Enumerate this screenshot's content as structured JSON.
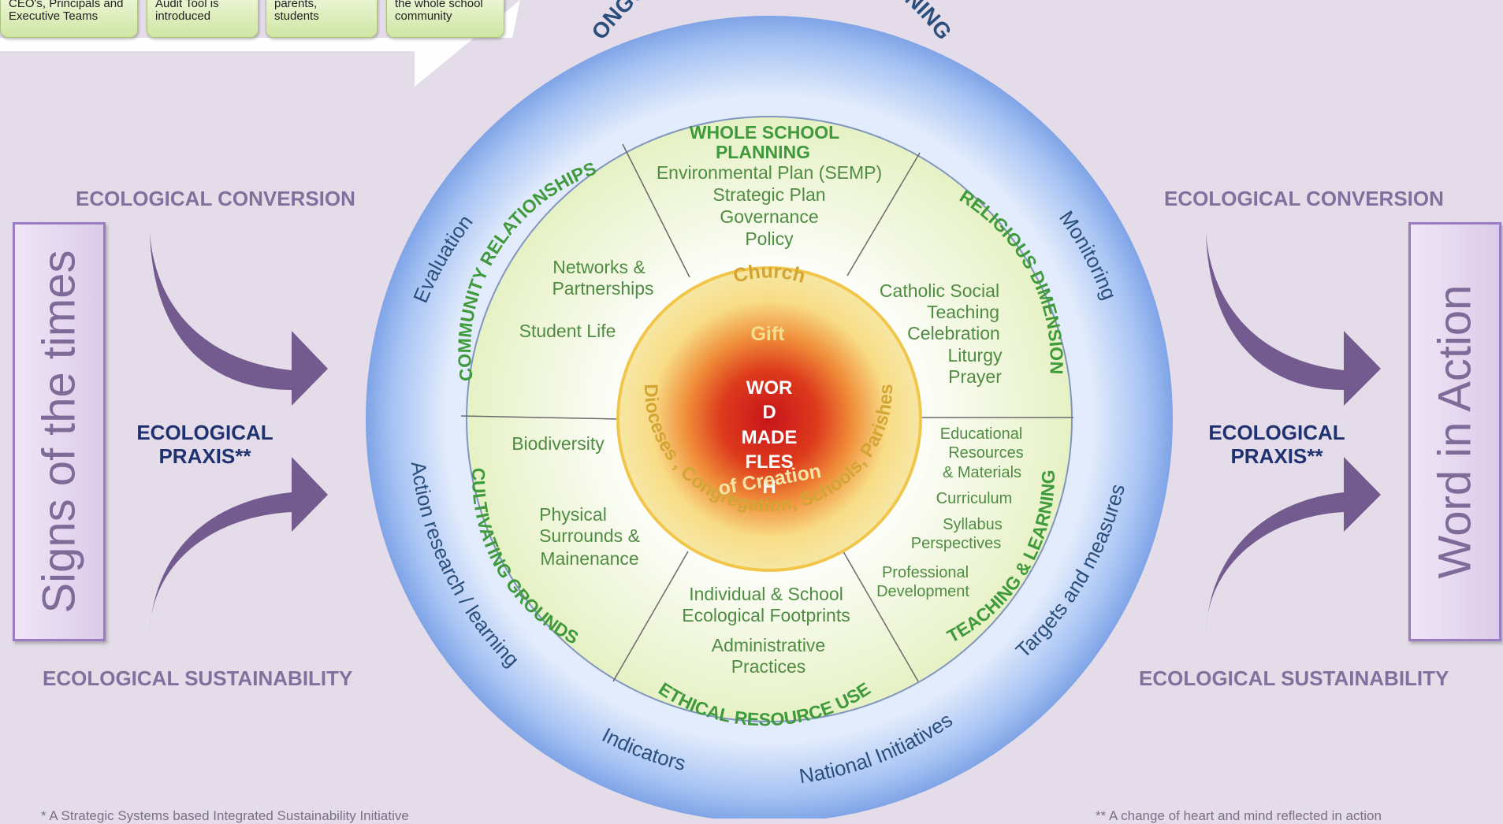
{
  "callouts": [
    {
      "line1": "CEO's, Principals and",
      "line2": "Executive Teams"
    },
    {
      "line1": "Audit Tool is",
      "line2": "introduced"
    },
    {
      "line1": "parents,",
      "line2": "students"
    },
    {
      "line1": "the whole school",
      "line2": "community"
    }
  ],
  "left": {
    "conversion": "ECOLOGICAL CONVERSION",
    "praxis_line1": "ECOLOGICAL",
    "praxis_line2": "PRAXIS**",
    "sustainability": "ECOLOGICAL SUSTAINABILITY",
    "box_title": "Signs of the times"
  },
  "right": {
    "conversion": "ECOLOGICAL CONVERSION",
    "praxis_line1": "ECOLOGICAL",
    "praxis_line2": "PRAXIS**",
    "sustainability": "ECOLOGICAL SUSTAINABILITY",
    "box_title": "Word in Action"
  },
  "outer_ring": {
    "top": "ONGOING REFLECTION & LEARNING",
    "evaluation": "Evaluation",
    "monitoring": "Monitoring",
    "action_research": "Action research / learning",
    "targets": "Targets and measures",
    "indicators": "Indicators",
    "national": "National Initiatives"
  },
  "segments": {
    "planning": {
      "title1": "WHOLE SCHOOL",
      "title2": "PLANNING",
      "items": [
        "Environmental Plan (SEMP)",
        "Strategic Plan",
        "Governance",
        "Policy"
      ]
    },
    "religious": {
      "title": "RELIGIOUS DIMENSION",
      "items": [
        "Catholic Social",
        "Teaching",
        "Celebration",
        "Liturgy",
        "Prayer"
      ]
    },
    "teaching": {
      "title": "TEACHING & LEARNING",
      "items": [
        "Educational",
        "Resources",
        "&  Materials",
        "Curriculum",
        "Syllabus",
        "Perspectives",
        "Professional",
        "Development"
      ]
    },
    "ethical": {
      "title": "ETHICAL RESOURCE USE",
      "items": [
        "Individual & School",
        "Ecological Footprints",
        "Administrative",
        "Practices"
      ]
    },
    "cultivating": {
      "title": "CULTIVATING GROUNDS",
      "items": [
        "Biodiversity",
        "Physical",
        "Surrounds &",
        "Mainenance"
      ]
    },
    "community": {
      "title": "COMMUNITY RELATIONSHIPS",
      "items": [
        "Networks &",
        "Partnerships",
        "Student Life"
      ]
    }
  },
  "core": {
    "church": "Church",
    "gift": "Gift",
    "word_lines": [
      "WOR",
      "D",
      "MADE",
      "FLES",
      "H"
    ],
    "of_creation": "of Creation",
    "dioceses": "Dioceses , Congregation, Schools, Parishes"
  },
  "footnotes": {
    "left": "* A Strategic Systems based Integrated Sustainability Initiative",
    "right": "** A change of heart and mind reflected in action"
  },
  "colors": {
    "background": "#e4dde9",
    "purple_arrow": "#735a8f",
    "segment_green": "#3f9a3c",
    "ring_blue": "#2a4f7c"
  }
}
